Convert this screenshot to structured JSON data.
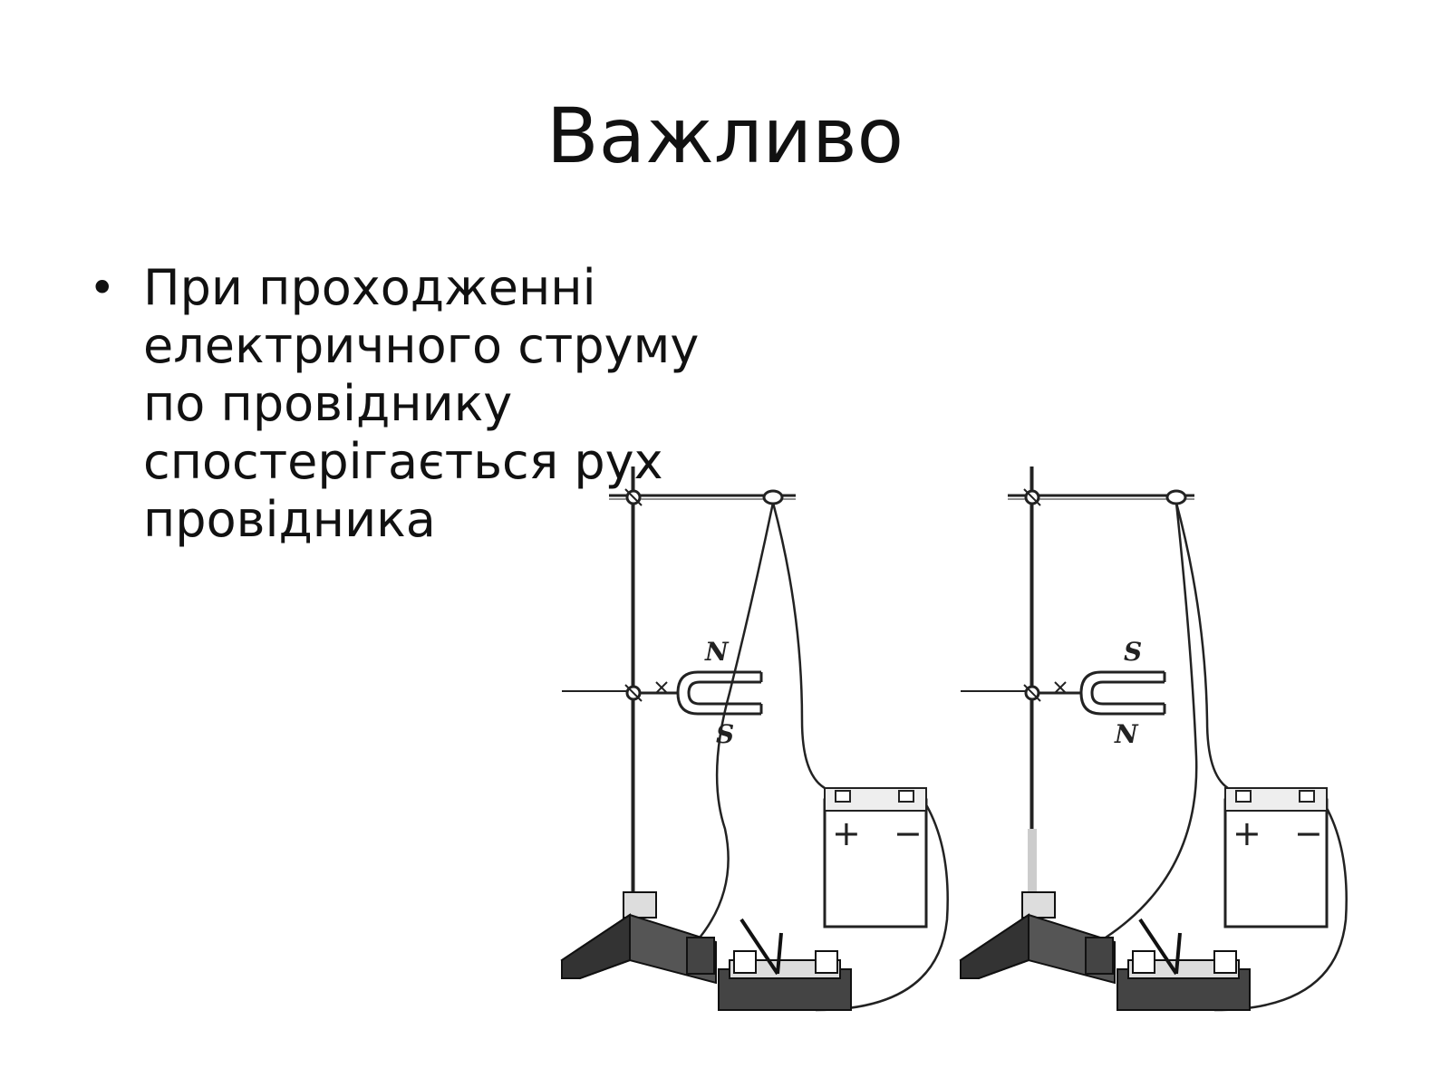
{
  "slide": {
    "title": "Важливо",
    "bullet": {
      "symbol": "•",
      "lines": [
        "При проходженні",
        "електричного струму",
        "по провіднику",
        "спостерігається рух",
        "провідника"
      ]
    }
  },
  "figure": {
    "left_setup": {
      "magnet_top_pole": "N",
      "magnet_bottom_pole": "S",
      "battery_plus": "+",
      "battery_minus": "−"
    },
    "right_setup": {
      "magnet_top_pole": "S",
      "magnet_bottom_pole": "N",
      "battery_plus": "+",
      "battery_minus": "−"
    }
  }
}
